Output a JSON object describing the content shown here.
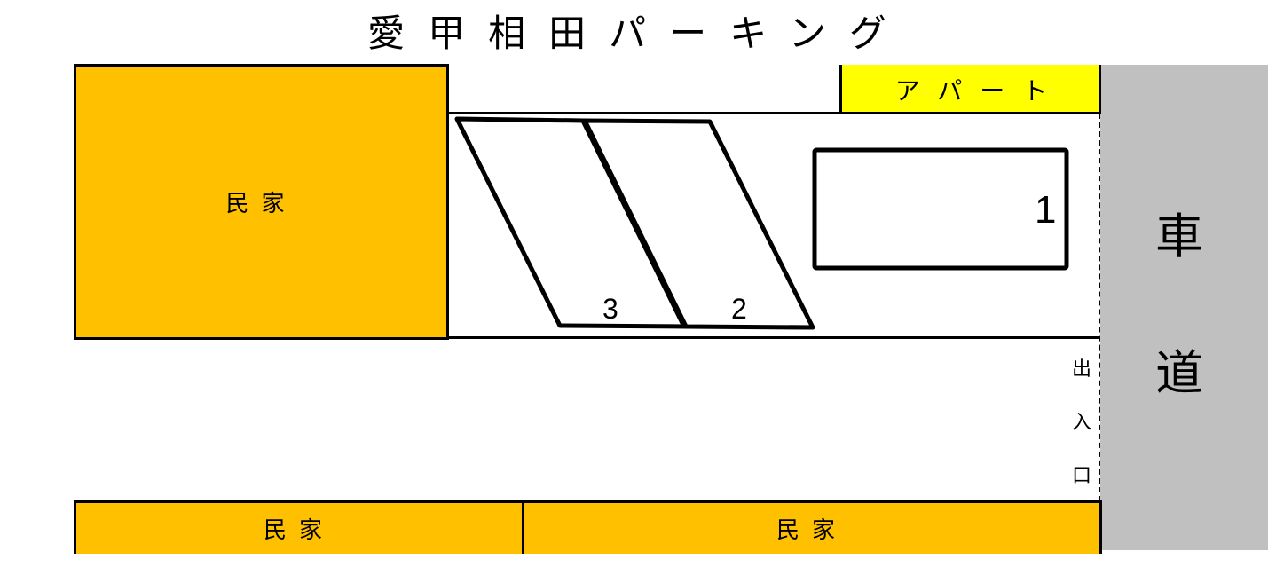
{
  "title": "愛甲相田パーキング",
  "buildings": {
    "house_top_left": "民家",
    "apartment": "アパート",
    "house_bottom_left": "民家",
    "house_bottom_right": "民家"
  },
  "road": {
    "label_top": "車",
    "label_bottom": "道"
  },
  "entrance": {
    "chars": [
      "出",
      "入",
      "口"
    ]
  },
  "parking_spaces": [
    {
      "number": "1",
      "orientation": "horizontal"
    },
    {
      "number": "2",
      "orientation": "diagonal"
    },
    {
      "number": "3",
      "orientation": "diagonal"
    }
  ],
  "colors": {
    "house": "#FFC000",
    "apartment": "#FFFF00",
    "road": "#C0C0C0",
    "lines": "#000000"
  }
}
